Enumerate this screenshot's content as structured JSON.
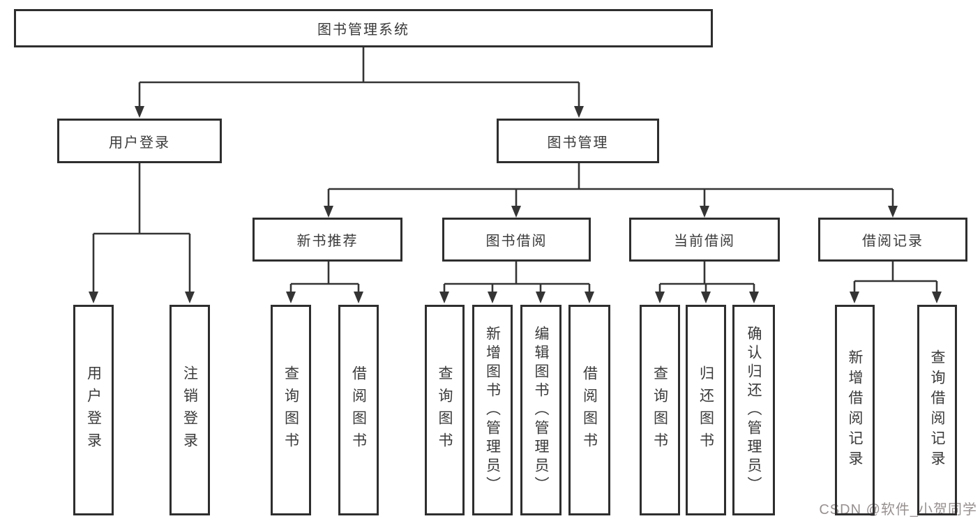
{
  "diagram": {
    "root": {
      "label": "图书管理系统"
    },
    "level2": [],
    "nodes": {
      "user_login_group": {
        "label": "用户登录"
      },
      "book_management": {
        "label": "图书管理"
      },
      "new_book_recommend": {
        "label": "新书推荐"
      },
      "book_borrow": {
        "label": "图书借阅"
      },
      "current_borrow": {
        "label": "当前借阅"
      },
      "borrow_records": {
        "label": "借阅记录"
      }
    },
    "leaves": [
      {
        "label": "用户登录",
        "parent": "用户登录"
      },
      {
        "label": "注销登录",
        "parent": "用户登录"
      },
      {
        "label": "查询图书",
        "parent": "新书推荐"
      },
      {
        "label": "借阅图书",
        "parent": "新书推荐"
      },
      {
        "label": "查询图书",
        "parent": "图书借阅"
      },
      {
        "label": "新增图书（管理员）",
        "parent": "图书借阅"
      },
      {
        "label": "编辑图书（管理员）",
        "parent": "图书借阅"
      },
      {
        "label": "借阅图书",
        "parent": "图书借阅"
      },
      {
        "label": "查询图书",
        "parent": "当前借阅"
      },
      {
        "label": "归还图书",
        "parent": "当前借阅"
      },
      {
        "label": "确认归还（管理员）",
        "parent": "当前借阅"
      },
      {
        "label": "新增借阅记录",
        "parent": "借阅记录"
      },
      {
        "label": "查询借阅记录",
        "parent": "借阅记录"
      }
    ]
  },
  "watermark": {
    "text": "CSDN @软件_小贺同学"
  },
  "colors": {
    "line": "#343434",
    "box_border": "#2e2e2e",
    "text": "#3a3a3a",
    "watermark": "#989090",
    "background": "#ffffff"
  }
}
